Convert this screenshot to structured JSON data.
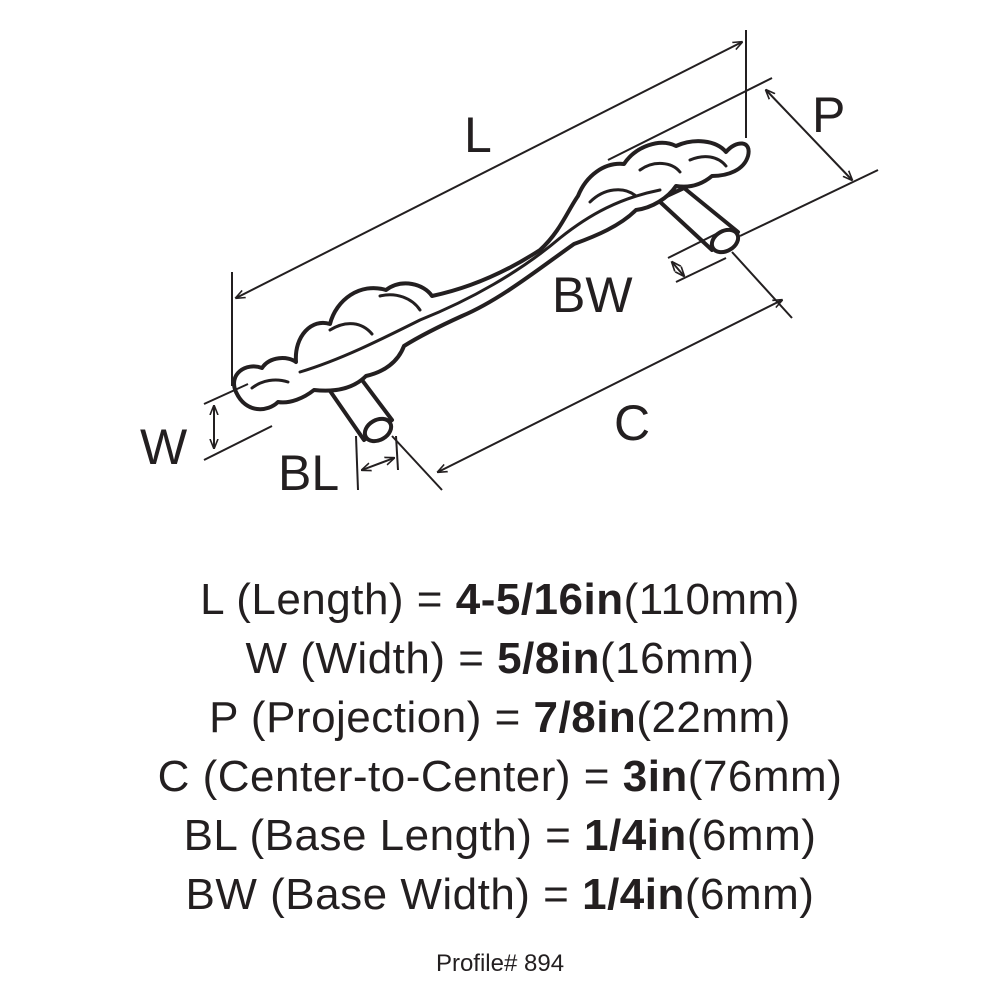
{
  "diagram": {
    "labels": {
      "L": "L",
      "P": "P",
      "W": "W",
      "BL": "BL",
      "BW": "BW",
      "C": "C"
    }
  },
  "specs": [
    {
      "letter": "L",
      "desc": " (Length) = ",
      "value": "4-5/16in",
      "metric": "(110mm)"
    },
    {
      "letter": "W",
      "desc": " (Width) = ",
      "value": "5/8in",
      "metric": "(16mm)"
    },
    {
      "letter": "P",
      "desc": " (Projection) = ",
      "value": "7/8in",
      "metric": "(22mm)"
    },
    {
      "letter": "C",
      "desc": " (Center-to-Center) = ",
      "value": "3in",
      "metric": "(76mm)"
    },
    {
      "letter": "BL",
      "desc": " (Base Length) = ",
      "value": "1/4in",
      "metric": "(6mm)"
    },
    {
      "letter": "BW",
      "desc": " (Base Width) = ",
      "value": "1/4in",
      "metric": "(6mm)"
    }
  ],
  "footer": {
    "profile": "Profile# 894"
  },
  "colors": {
    "ink": "#231f20",
    "background": "#ffffff"
  }
}
